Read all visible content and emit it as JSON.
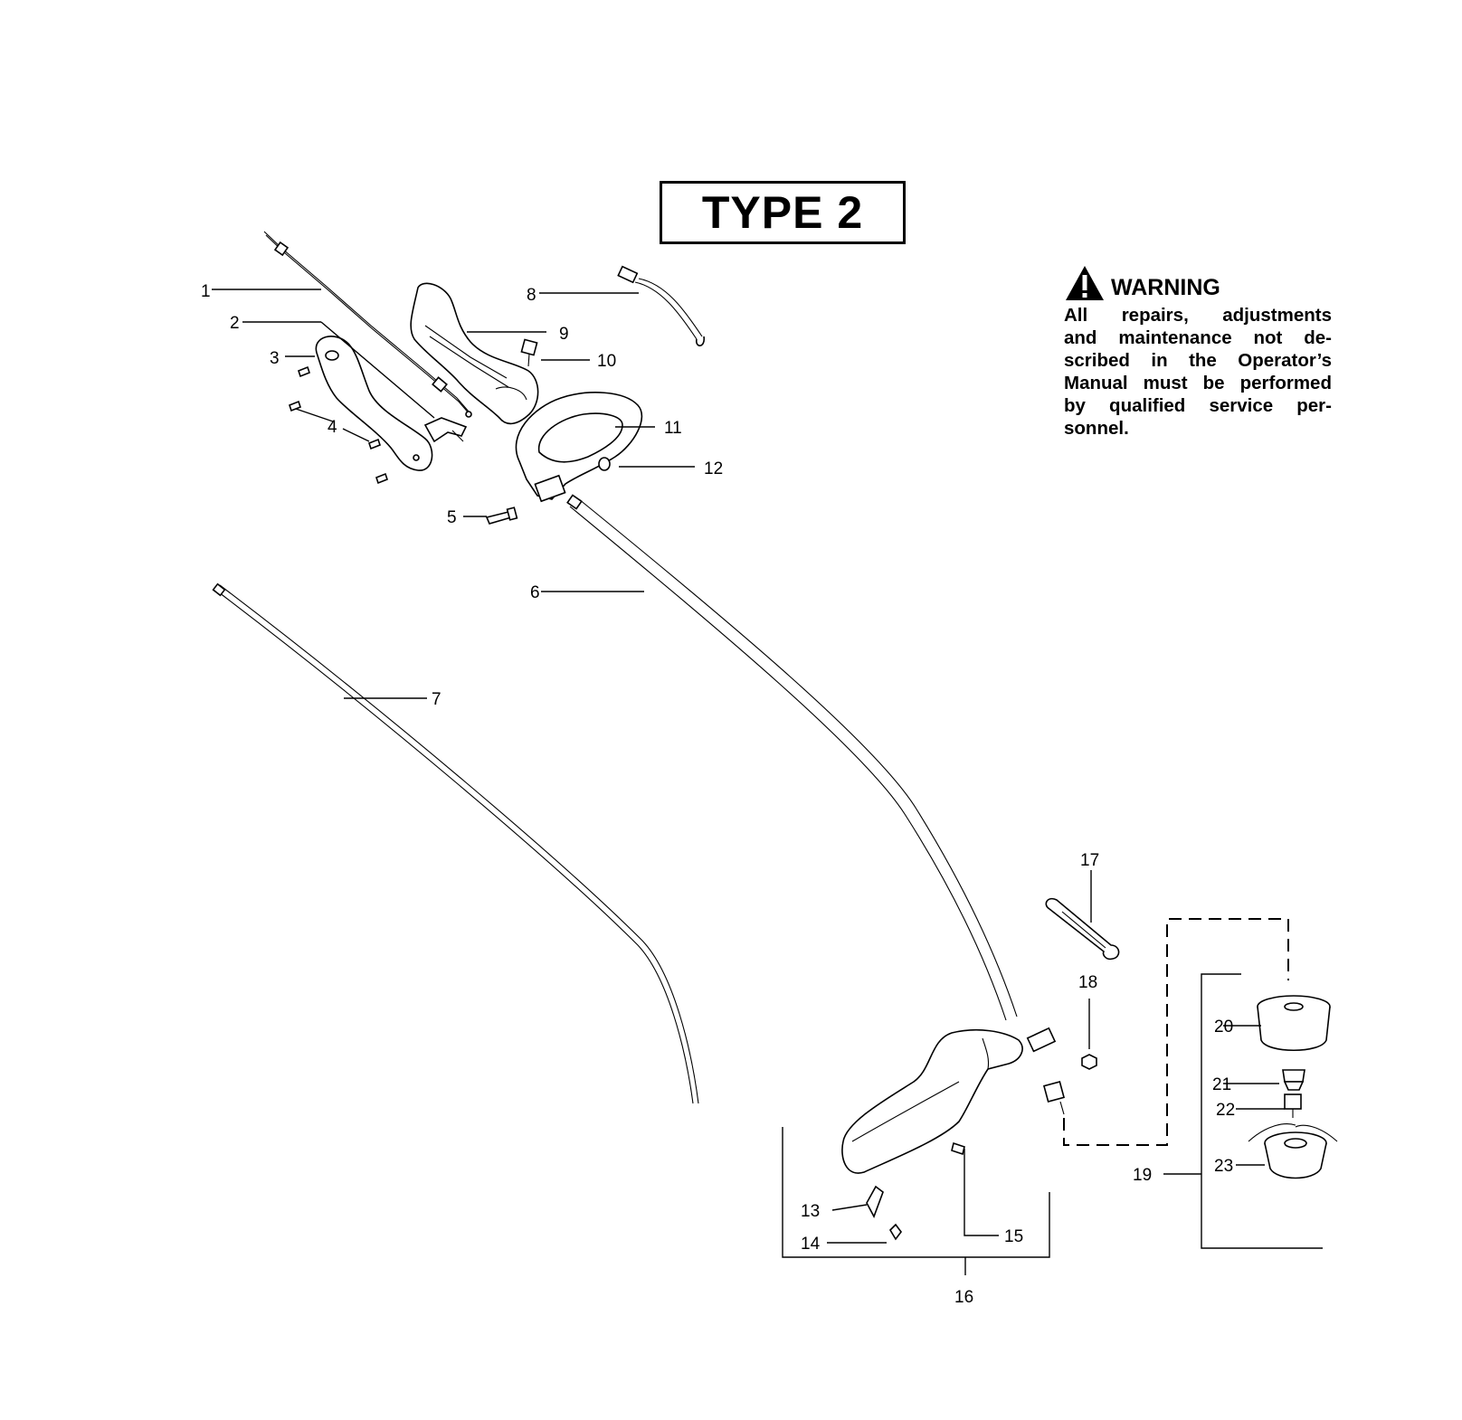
{
  "title": "TYPE 2",
  "warning": {
    "heading": "WARNING",
    "icon": "warning-triangle-icon",
    "lines": [
      [
        "All",
        "repairs,",
        "adjustments"
      ],
      [
        "and",
        "maintenance",
        "not",
        "de-"
      ],
      [
        "scribed",
        "in",
        "the",
        "Operator’s"
      ],
      [
        "Manual",
        "must",
        "be",
        "performed"
      ],
      [
        "by",
        "qualified",
        "service",
        "per-"
      ],
      [
        "sonnel."
      ]
    ]
  },
  "callouts": [
    "1",
    "2",
    "3",
    "4",
    "5",
    "6",
    "7",
    "8",
    "9",
    "10",
    "11",
    "12",
    "13",
    "14",
    "15",
    "16",
    "17",
    "18",
    "19",
    "20",
    "21",
    "22",
    "23"
  ]
}
